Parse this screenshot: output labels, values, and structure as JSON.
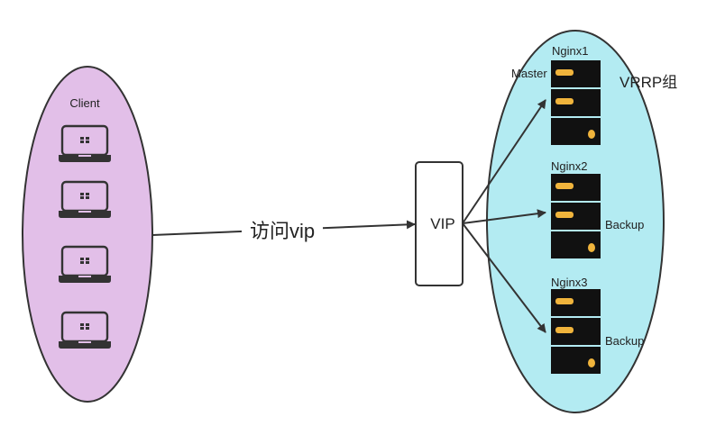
{
  "client_group": {
    "label": "Client",
    "fill": "#e2bfe8",
    "device_icon": "laptop-icon",
    "device_count": 4
  },
  "edge_label": "访问vip",
  "vip": {
    "label": "VIP"
  },
  "vrrp_group": {
    "label": "VRRP组",
    "fill": "#b3ebf2",
    "server_icon": "server-rack-icon",
    "nodes": [
      {
        "name": "Nginx1",
        "role": "Master"
      },
      {
        "name": "Nginx2",
        "role": "Backup"
      },
      {
        "name": "Nginx3",
        "role": "Backup"
      }
    ]
  },
  "colors": {
    "stroke": "#333333",
    "server_body": "#111111",
    "server_led": "#f0b43c"
  }
}
